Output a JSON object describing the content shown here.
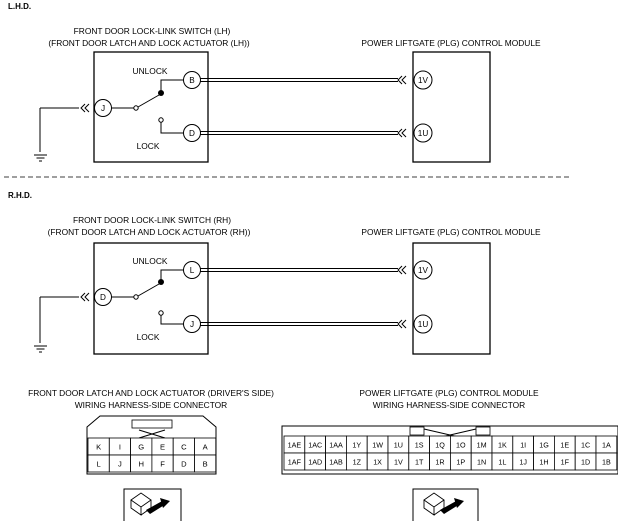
{
  "lhd": {
    "heading": "L.H.D.",
    "switch_title": "FRONT DOOR LOCK-LINK SWITCH (LH)",
    "switch_subtitle": "(FRONT DOOR LATCH AND LOCK ACTUATOR (LH))",
    "module_title": "POWER LIFTGATE (PLG) CONTROL MODULE",
    "unlock_label": "UNLOCK",
    "lock_label": "LOCK",
    "pins": {
      "j": "J",
      "b": "B",
      "d": "D",
      "1v": "1V",
      "1u": "1U"
    }
  },
  "rhd": {
    "heading": "R.H.D.",
    "switch_title": "FRONT DOOR LOCK-LINK SWITCH (RH)",
    "switch_subtitle": "(FRONT DOOR LATCH AND LOCK ACTUATOR (RH))",
    "module_title": "POWER LIFTGATE (PLG) CONTROL MODULE",
    "unlock_label": "UNLOCK",
    "lock_label": "LOCK",
    "pins": {
      "d": "D",
      "l": "L",
      "j": "J",
      "1v": "1V",
      "1u": "1U"
    }
  },
  "door_connector": {
    "title": "FRONT DOOR LATCH AND LOCK ACTUATOR (DRIVER'S SIDE)",
    "subtitle": "WIRING HARNESS-SIDE CONNECTOR",
    "rows": [
      [
        "K",
        "I",
        "G",
        "E",
        "C",
        "A"
      ],
      [
        "L",
        "J",
        "H",
        "F",
        "D",
        "B"
      ]
    ]
  },
  "plg_connector": {
    "title": "POWER LIFTGATE (PLG) CONTROL MODULE",
    "subtitle": "WIRING HARNESS-SIDE CONNECTOR",
    "rows": [
      [
        "1AE",
        "1AC",
        "1AA",
        "1Y",
        "1W",
        "1U",
        "1S",
        "1Q",
        "1O",
        "1M",
        "1K",
        "1I",
        "1G",
        "1E",
        "1C",
        "1A"
      ],
      [
        "1AF",
        "1AD",
        "1AB",
        "1Z",
        "1X",
        "1V",
        "1T",
        "1R",
        "1P",
        "1N",
        "1L",
        "1J",
        "1H",
        "1F",
        "1D",
        "1B"
      ]
    ]
  }
}
